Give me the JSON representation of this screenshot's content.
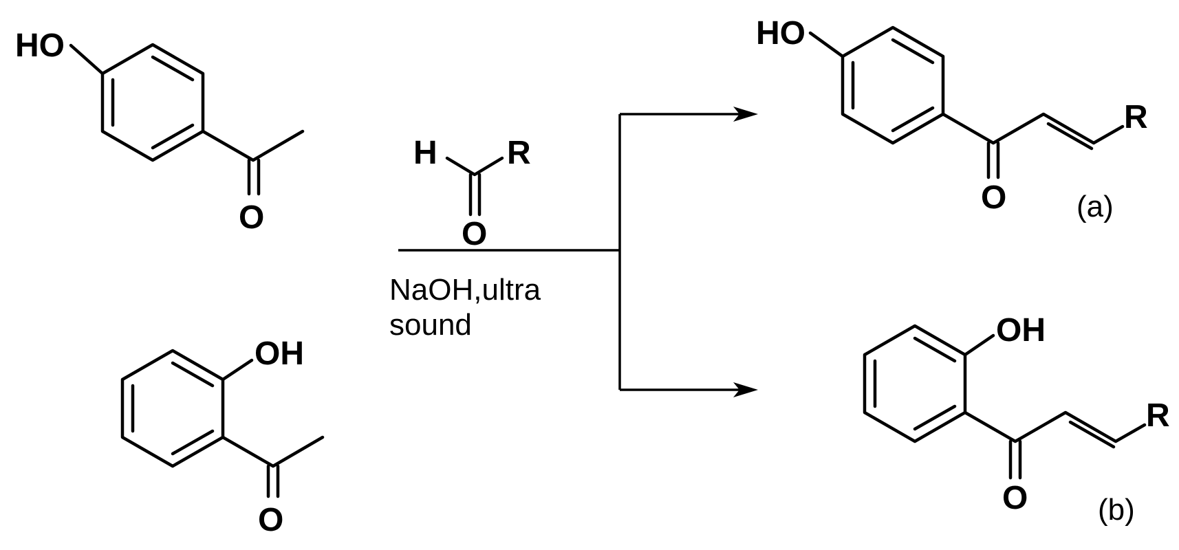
{
  "reactant_1": {
    "hydroxyl_label": "HO",
    "carbonyl_label": "O"
  },
  "reactant_2": {
    "hydroxyl_label": "OH",
    "carbonyl_label": "O"
  },
  "aldehyde": {
    "hydrogen_label": "H",
    "r_label": "R",
    "carbonyl_label": "O"
  },
  "conditions": {
    "line1": "NaOH,ultra",
    "line2": "sound"
  },
  "product_a": {
    "hydroxyl_label": "HO",
    "r_label": "R",
    "carbonyl_label": "O",
    "tag": "(a)"
  },
  "product_b": {
    "hydroxyl_label": "OH",
    "r_label": "R",
    "carbonyl_label": "O",
    "tag": "(b)"
  },
  "colors": {
    "ink": "#000000",
    "background": "#ffffff"
  }
}
